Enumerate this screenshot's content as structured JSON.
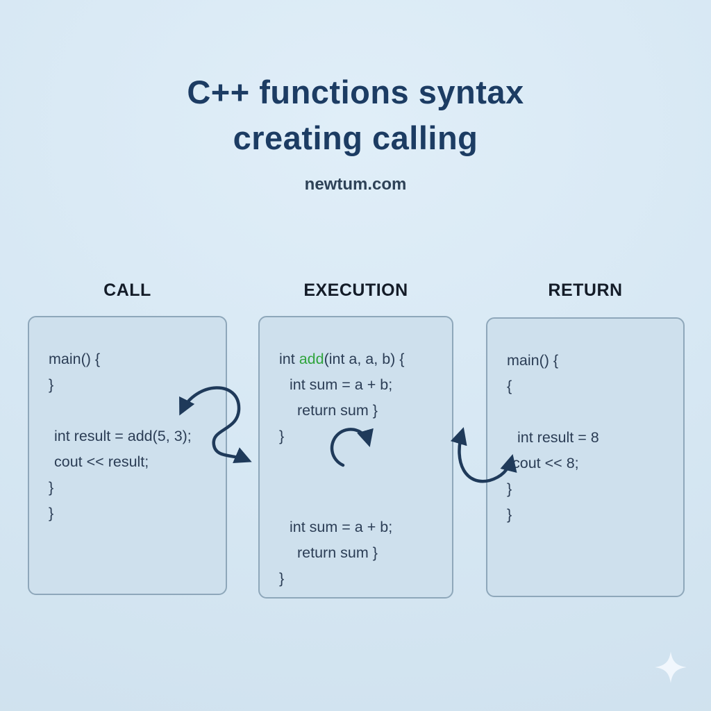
{
  "title": {
    "line1": "C++ functions syntax",
    "line2": "creating calling",
    "subtitle": "newtum.com"
  },
  "panels": {
    "call": {
      "header": "CALL",
      "lines": {
        "l1": "main() {",
        "l2": "}",
        "l3": "int result = add(5, 3);",
        "l4": "cout << result;",
        "l5": "}",
        "l6": "}"
      }
    },
    "execution": {
      "header": "EXECUTION",
      "line1": {
        "pre": "int ",
        "fn": "add",
        "post": "(int a, a, b) {"
      },
      "lines": {
        "l2": "int sum = a + b;",
        "l3": "return sum }",
        "l4": "}",
        "l5": "int sum = a + b;",
        "l6": "return sum }",
        "l7": "}"
      }
    },
    "return": {
      "header": "RETURN",
      "lines": {
        "l1": "main() {",
        "l2": "{",
        "l3": "int result = 8",
        "l4": "cout << 8;",
        "l5": "}",
        "l6": "}"
      }
    }
  },
  "icons": {
    "loop_arrow": "circular-loop-arrow",
    "call_to_execution_arrow": "s-curve-double-arrow",
    "execution_to_return_arrow": "u-curve-double-arrow",
    "sparkle": "four-point-sparkle"
  },
  "colors": {
    "background": "#d6e7f3",
    "panel_fill": "#cee0ed",
    "panel_border": "#8ea7ba",
    "title": "#1c3c63",
    "header_text": "#141c28",
    "code_text": "#2b3d55",
    "function_green": "#2fa43c",
    "arrow": "#1f3a5a",
    "sparkle": "#f2f8fd"
  }
}
